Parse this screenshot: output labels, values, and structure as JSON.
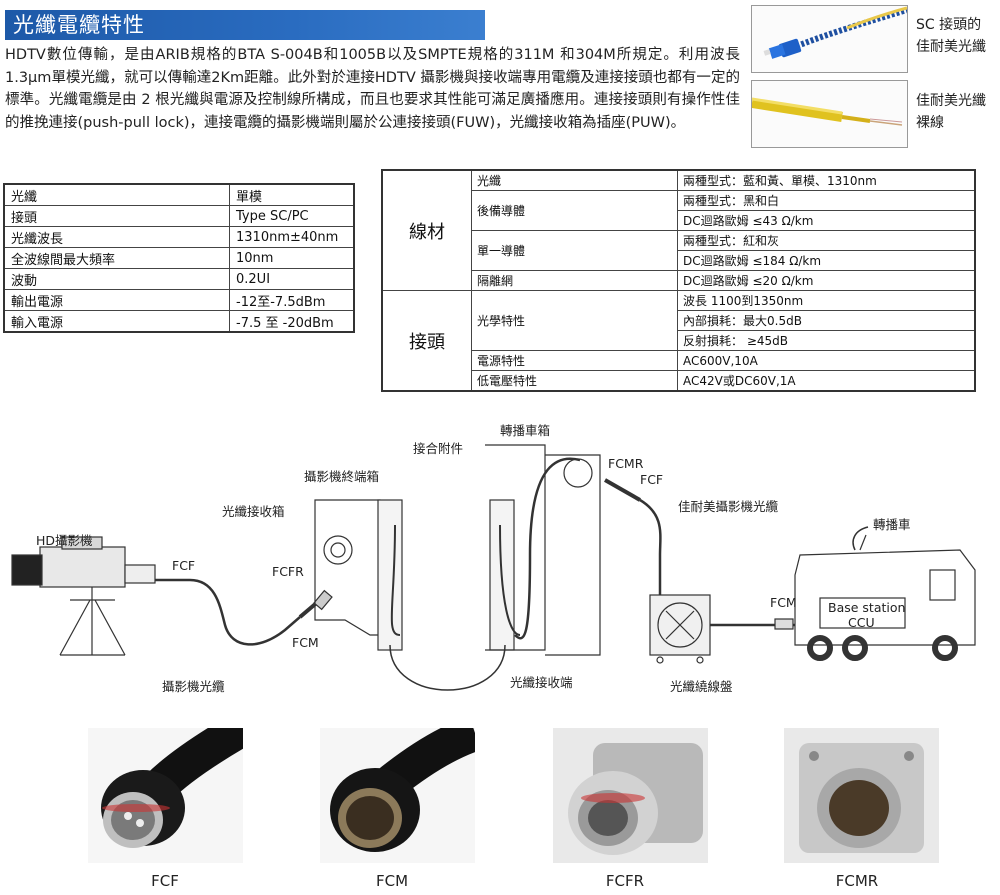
{
  "title": "光纖電纜特性",
  "intro": "HDTV數位傳輸，是由ARIB規格的BTA S-004B和1005B以及SMPTE規格的311M 和304M所規定。利用波長1.3μm單模光纖，就可以傳輸達2Km距離。此外對於連接HDTV 攝影機與接收端專用電纜及連接接頭也都有一定的標準。光纖電纜是由 2 根光纖與電源及控制線所構成，而且也要求其性能可滿足廣播應用。連接接頭則有操作性佳的推挽連接(push-pull lock)，連接電纜的攝影機端則屬於公連接接頭(FUW)，光纖接收箱為插座(PUW)。",
  "photos": {
    "sc_caption": "SC 接頭的\n佳耐美光纖",
    "bare_caption": "佳耐美光纖\n裸線"
  },
  "spec_table": [
    {
      "k": "光纖",
      "v": "單模"
    },
    {
      "k": "接頭",
      "v": "Type SC/PC"
    },
    {
      "k": "光纖波長",
      "v": "1310nm±40nm"
    },
    {
      "k": "全波線間最大頻率",
      "v": "10nm"
    },
    {
      "k": "波動",
      "v": "0.2UI"
    },
    {
      "k": "輸出電源",
      "v": "-12至-7.5dBm"
    },
    {
      "k": "輸入電源",
      "v": "-7.5 至 -20dBm"
    }
  ],
  "material_table": {
    "group_cable": "線材",
    "group_connector": "接頭",
    "fiber_k": "光纖",
    "fiber_v": "兩種型式：藍和黃、單模、1310nm",
    "backup_k": "後備導體",
    "backup_v1": "兩種型式：黑和白",
    "backup_v2": "DC迴路歐姆 ≤43 Ω/km",
    "single_k": "單一導體",
    "single_v1": "兩種型式：紅和灰",
    "single_v2": "DC迴路歐姆 ≤184 Ω/km",
    "shield_k": "隔離網",
    "shield_v": "DC迴路歐姆 ≤20 Ω/km",
    "optical_k": "光學特性",
    "optical_v1": "波長 1100到1350nm",
    "optical_v2": "內部損耗：最大0.5dB",
    "optical_v3": "反射損耗： ≥45dB",
    "power_k": "電源特性",
    "power_v": "AC600V,10A",
    "lowv_k": "低電壓特性",
    "lowv_v": "AC42V或DC60V,1A"
  },
  "diagram": {
    "hd_camera": "HD攝影機",
    "fcf_1": "FCF",
    "camera_cable": "攝影機光纜",
    "fiber_receiver_box": "光纖接收箱",
    "fcfr": "FCFR",
    "fcm_1": "FCM",
    "camera_terminal_box": "攝影機終端箱",
    "joint_accessory": "接合附件",
    "relay_box": "轉播車箱",
    "fcmr": "FCMR",
    "fcf_2": "FCF",
    "canare_camera_fiber": "佳耐美攝影機光纜",
    "fiber_receiver_end": "光纖接收端",
    "fiber_reel": "光纖繞線盤",
    "ob_van": "轉播車",
    "fcm_2": "FCM",
    "base_station": "Base station",
    "ccu": "CCU"
  },
  "connectors": [
    "FCF",
    "FCM",
    "FCFR",
    "FCMR"
  ]
}
